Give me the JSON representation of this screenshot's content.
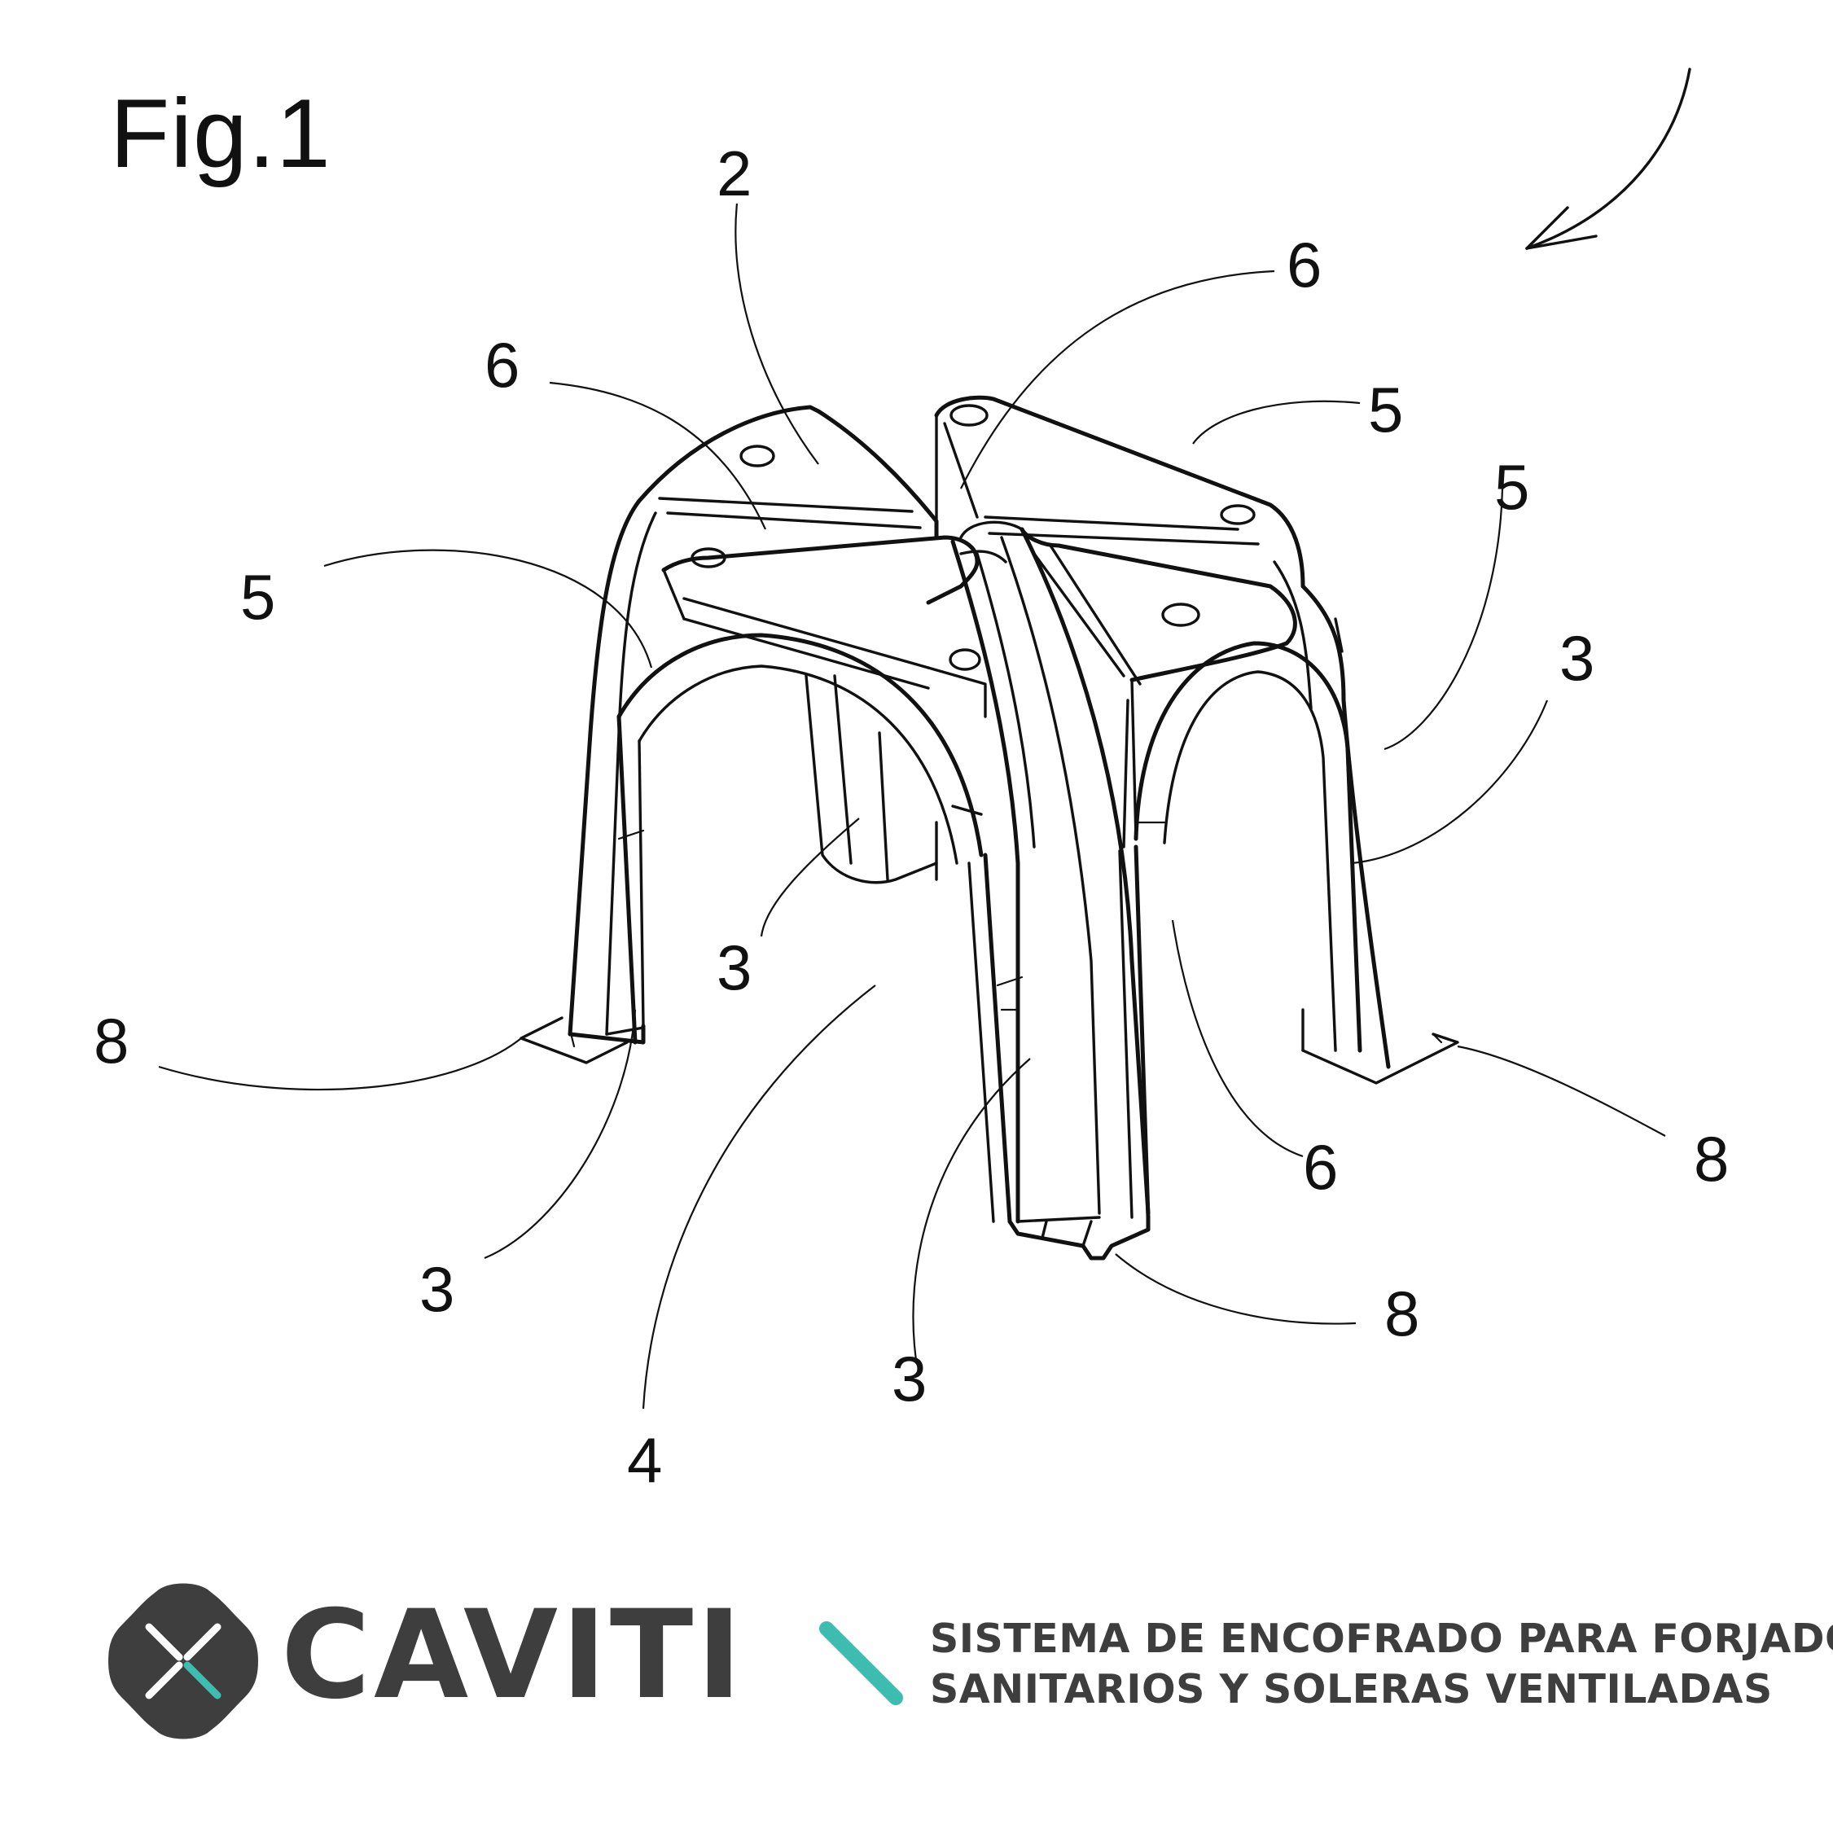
{
  "figure": {
    "title": "Fig.1",
    "reference_numerals": {
      "top_center": "2",
      "top_right_6": "6",
      "left_6": "6",
      "right_5_upper": "5",
      "right_5_lower": "5",
      "left_5": "5",
      "right_3": "3",
      "center_3": "3",
      "left_8": "8",
      "right_8": "8",
      "bottom_8": "8",
      "bottom_6": "6",
      "bottom_left_3": "3",
      "bottom_center_3": "3",
      "bottom_4": "4"
    }
  },
  "footer": {
    "brand_name": "CAVITI",
    "tagline_line1": "SISTEMA DE ENCOFRADO PARA FORJADOS",
    "tagline_line2": "SANITARIOS Y SOLERAS VENTILADAS",
    "colors": {
      "brand_gray": "#3e3e3e",
      "accent_teal": "#3dbcb0"
    },
    "logo_icon": "cross-in-rounded-shape-icon"
  }
}
